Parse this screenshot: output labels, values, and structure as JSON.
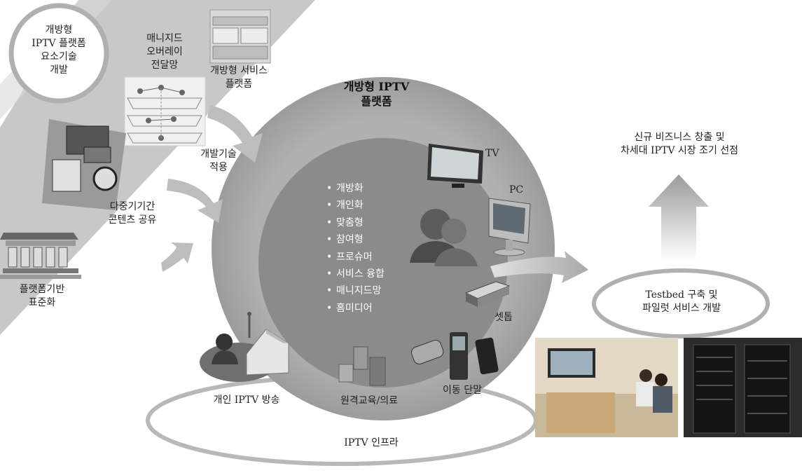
{
  "top_left_circle": {
    "lines": [
      "개방형",
      "IPTV 플랫폼",
      "요소기술",
      "개발"
    ]
  },
  "managed_overlay": {
    "lines": [
      "매니지드",
      "오버레이",
      "전달망"
    ]
  },
  "open_service_platform": {
    "lines": [
      "개방형 서비스",
      "플랫폼"
    ]
  },
  "dev_tech_apply": {
    "lines": [
      "개발기술",
      "적용"
    ]
  },
  "multi_device_sharing": {
    "lines": [
      "다중기기간",
      "콘텐츠 공유"
    ]
  },
  "platform_standardization": {
    "lines": [
      "플랫폼기반",
      "표준화"
    ]
  },
  "center_title": {
    "lines": [
      "개방형 IPTV",
      "플랫폼"
    ]
  },
  "features": [
    "개방화",
    "개인화",
    "맞춤형",
    "참여형",
    "프로슈머",
    "서비스 융합",
    "매니지드망",
    "홈미디어"
  ],
  "devices": {
    "tv": "TV",
    "pc": "PC",
    "settop": "셋톱",
    "mobile": "이동 단말"
  },
  "personal_broadcast": "개인 IPTV 방송",
  "remote_edu": "원격교육/의료",
  "infra": "IPTV 인프라",
  "new_business": {
    "lines": [
      "신규 비즈니스 창출 및",
      "차세대 IPTV 시장 조기 선점"
    ]
  },
  "testbed": {
    "lines": [
      "Testbed 구축 및",
      "파일럿 서비스 개발"
    ]
  },
  "colors": {
    "band": "#c4c4c4",
    "outer_ring": "#a6a6a6",
    "inner_disc": "#8a8a8a",
    "ellipse_stroke": "#b5b5b5",
    "arrow": "#b8b8b8"
  }
}
